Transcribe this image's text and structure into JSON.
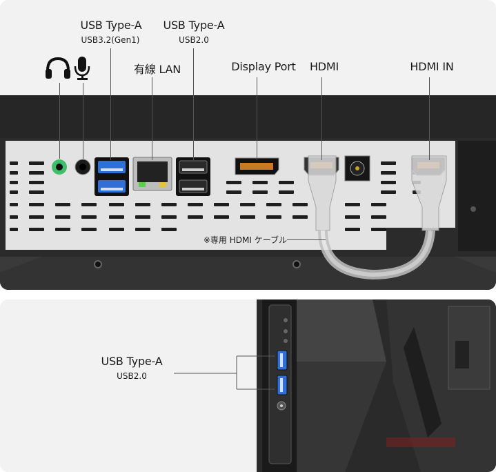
{
  "top": {
    "usb_a_1": {
      "title": "USB Type-A",
      "sub": "USB3.2(Gen1)"
    },
    "usb_a_2": {
      "title": "USB Type-A",
      "sub": "USB2.0"
    },
    "lan": "有線 LAN",
    "displayport": "Display Port",
    "hdmi": "HDMI",
    "hdmi_in": "HDMI IN",
    "cable_note": "※専用 HDMI ケーブル",
    "icons": [
      "headphone-icon",
      "microphone-icon"
    ]
  },
  "bottom": {
    "usb_a": {
      "title": "USB Type-A",
      "sub": "USB2.0"
    }
  },
  "colors": {
    "usb3_blue": "#2f6fd6",
    "audio_green": "#3fbf6a",
    "bezel_dark": "#2a2a2a",
    "port_plate": "#dcdcdc"
  }
}
